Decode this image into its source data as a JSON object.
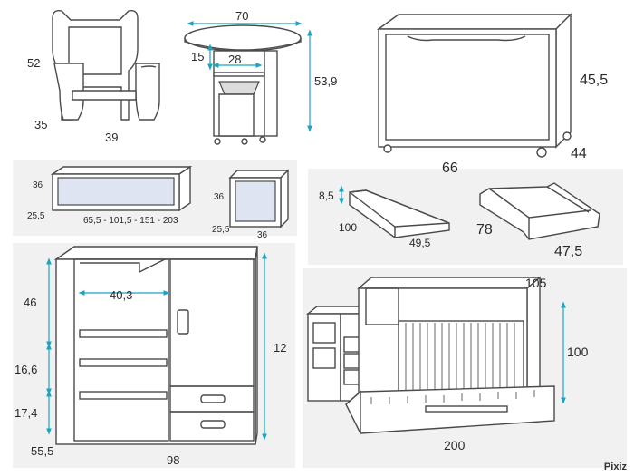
{
  "watermark": "Pixiz",
  "chair": {
    "height": "52",
    "depth": "35",
    "width": "39"
  },
  "table": {
    "width": "70",
    "shelf_height": "15",
    "shelf_width": "28",
    "height": "53,9"
  },
  "toy_chest": {
    "height": "45,5",
    "width": "66",
    "depth": "44"
  },
  "wall_shelf": {
    "height": "36",
    "depth": "25,5",
    "widths": "65,5 - 101,5 - 151 - 203"
  },
  "cube": {
    "height": "36",
    "depth": "25,5",
    "width": "36"
  },
  "changer_small": {
    "height": "8,5",
    "depth": "100",
    "width": "49,5"
  },
  "changer_large": {
    "depth": "78",
    "width": "47,5"
  },
  "wardrobe": {
    "shelf_top": "46",
    "inner_width": "40,3",
    "shelf_middle": "16,6",
    "shelf_bottom": "17,4",
    "depth": "55,5",
    "height": "12",
    "width": "98"
  },
  "crib": {
    "depth": "105",
    "height": "100",
    "length": "200"
  }
}
